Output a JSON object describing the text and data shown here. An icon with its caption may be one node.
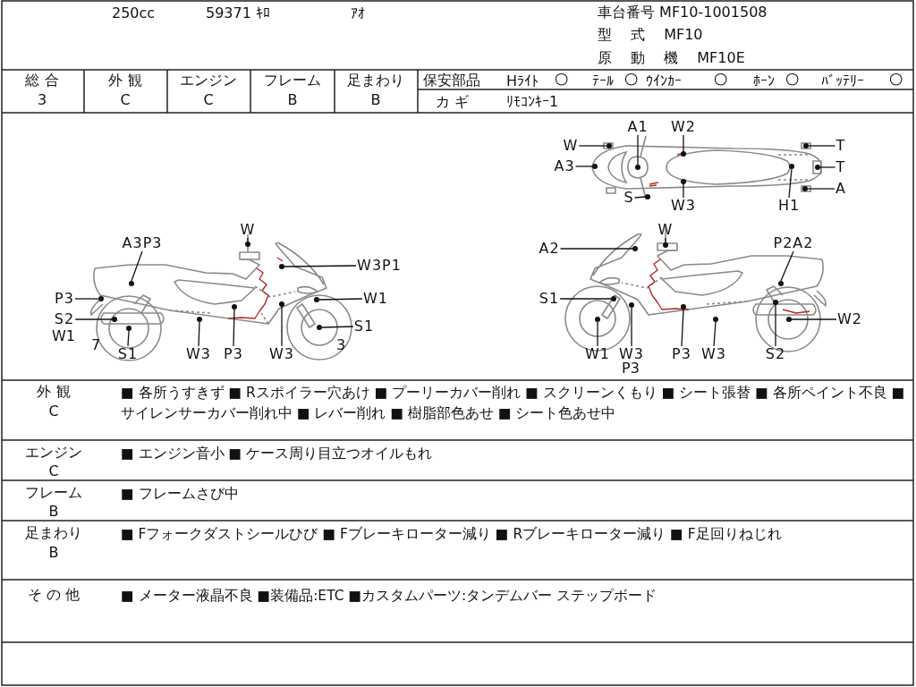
{
  "diagram": {
    "nodes": [
      {
        "text": [
          "W"
        ]
      },
      {
        "text": [
          "A3P3"
        ]
      },
      {
        "text": [
          "W3P1"
        ]
      },
      {
        "text": [
          "P3"
        ]
      },
      {
        "text": [
          "W1"
        ]
      },
      {
        "text": [
          "S2"
        ]
      },
      {
        "text": [
          "S1"
        ]
      },
      {
        "text": [
          "S1"
        ]
      },
      {
        "text": [
          "W3"
        ]
      },
      {
        "text": [
          "P3"
        ]
      },
      {
        "text": [
          "W3"
        ]
      },
      {
        "text": [
          "A1"
        ]
      },
      {
        "text": [
          "W2"
        ]
      },
      {
        "text": [
          "W"
        ]
      },
      {
        "text": [
          "A3"
        ]
      },
      {
        "text": [
          "S"
        ]
      },
      {
        "text": [
          "W3"
        ]
      },
      {
        "text": [
          "H1"
        ]
      },
      {
        "text": [
          "T"
        ]
      },
      {
        "text": [
          "T"
        ]
      },
      {
        "text": [
          "A"
        ]
      },
      {
        "text": [
          "W"
        ]
      },
      {
        "text": [
          "A2"
        ]
      },
      {
        "text": [
          "P2A2"
        ]
      },
      {
        "text": [
          "S1"
        ]
      },
      {
        "text": [
          "W2"
        ]
      },
      {
        "text": [
          "W1"
        ]
      },
      {
        "text": [
          "W3"
        ]
      },
      {
        "text": [
          "P3"
        ]
      },
      {
        "text": [
          "W3"
        ]
      },
      {
        "text": [
          "S2"
        ]
      },
      {
        "text": [],
        "shape": "circle"
      },
      {
        "text": [],
        "shape": "circle"
      },
      {
        "text": [],
        "shape": "circle"
      },
      {
        "text": [],
        "shape": "circle"
      },
      {
        "text": [],
        "shape": "circle"
      },
      {
        "text": [],
        "shape": "circle"
      },
      {
        "text": [],
        "shape": "circle"
      },
      {
        "text": [],
        "shape": "circle"
      },
      {
        "text": [],
        "shape": "circle"
      },
      {
        "text": [],
        "shape": "circle"
      },
      {
        "text": [],
        "shape": "circle"
      },
      {
        "text": [],
        "shape": "circle"
      },
      {
        "text": [],
        "shape": "circle"
      },
      {
        "text": [],
        "shape": "circle"
      },
      {
        "text": [],
        "shape": "circle"
      },
      {
        "text": [],
        "shape": "circle"
      },
      {
        "text": [],
        "shape": "circle"
      },
      {
        "text": [],
        "shape": "circle"
      },
      {
        "text": [],
        "shape": "circle"
      },
      {
        "text": [],
        "shape": "circle"
      },
      {
        "text": [],
        "shape": "circle"
      },
      {
        "text": [],
        "shape": "circle"
      },
      {
        "text": [],
        "shape": "circle"
      },
      {
        "text": [],
        "shape": "circle"
      },
      {
        "text": [],
        "shape": "circle"
      },
      {
        "text": [],
        "shape": "circle"
      },
      {
        "text": [],
        "shape": "circle"
      },
      {
        "text": [],
        "shape": "circle"
      },
      {
        "text": [],
        "shape": "circle"
      },
      {
        "text": [],
        "shape": "circle"
      },
      {
        "text": [],
        "shape": "circle"
      }
    ],
    "edges": [
      {
        "from": 0,
        "to": 31,
        "arrow": "none"
      },
      {
        "from": 1,
        "to": 32,
        "arrow": "none"
      },
      {
        "from": 2,
        "to": 33,
        "arrow": "none"
      },
      {
        "from": 3,
        "to": 34,
        "arrow": "none"
      },
      {
        "from": 4,
        "to": 35,
        "arrow": "none"
      },
      {
        "from": 5,
        "to": 36,
        "arrow": "none"
      },
      {
        "from": 6,
        "to": 37,
        "arrow": "none"
      },
      {
        "from": 7,
        "to": 38,
        "arrow": "none"
      },
      {
        "from": 8,
        "to": 39,
        "arrow": "none"
      },
      {
        "from": 9,
        "to": 40,
        "arrow": "none"
      },
      {
        "from": 10,
        "to": 41,
        "arrow": "none"
      },
      {
        "from": 11,
        "to": 42,
        "arrow": "none"
      },
      {
        "from": 12,
        "to": 43,
        "arrow": "none"
      },
      {
        "from": 13,
        "to": 44,
        "arrow": "none"
      },
      {
        "from": 14,
        "to": 45,
        "arrow": "none"
      },
      {
        "from": 15,
        "to": 46,
        "arrow": "none"
      },
      {
        "from": 16,
        "to": 47,
        "arrow": "none"
      },
      {
        "from": 17,
        "to": 48,
        "arrow": "none"
      },
      {
        "from": 18,
        "to": 49,
        "arrow": "none"
      },
      {
        "from": 19,
        "to": 50,
        "arrow": "none"
      },
      {
        "from": 20,
        "to": 51,
        "arrow": "none"
      },
      {
        "from": 21,
        "to": 52,
        "arrow": "none"
      },
      {
        "from": 22,
        "to": 53,
        "arrow": "none"
      },
      {
        "from": 23,
        "to": 54,
        "arrow": "none"
      },
      {
        "from": 24,
        "to": 55,
        "arrow": "none"
      },
      {
        "from": 25,
        "to": 56,
        "arrow": "none"
      },
      {
        "from": 26,
        "to": 57,
        "arrow": "none"
      },
      {
        "from": 27,
        "to": 58,
        "arrow": "none"
      },
      {
        "from": 28,
        "to": 59,
        "arrow": "none"
      },
      {
        "from": 29,
        "to": 60,
        "arrow": "none"
      },
      {
        "from": 30,
        "to": 61,
        "arrow": "none"
      }
    ],
    "labels": [
      "250cc",
      "59371 ｷﾛ",
      "ｱｵ",
      "車台番号 MF10-1001508",
      "型 式 MF10",
      "原 動 機 MF10E",
      "総 合",
      "外 観",
      "エンジン",
      "フレーム",
      "足まわり",
      "3",
      "C",
      "C",
      "B",
      "B",
      "保安部品",
      "Hﾗｲﾄ",
      "〇",
      "ﾃｰﾙ",
      "〇",
      "ｳｲﾝｶｰ",
      "〇",
      "ﾎｰﾝ",
      "〇",
      "ﾊﾞｯﾃﾘｰ",
      "〇",
      "カ ギ",
      "ﾘﾓｺﾝｷｰ1",
      "W1",
      "7",
      "3",
      "P3",
      "外 観",
      "C",
      "■ 各所うすきず ■ Rスポイラー穴あけ ■ プーリーカバー削れ ■ スクリーンくもり ■ シート張替 ■ 各所ペイント不良 ■ サイレンサーカバー削れ中 ■ レバー削れ ■ 樹脂部色あせ ■ シート色あせ中",
      "エンジン",
      "C",
      "■ エンジン音小 ■ ケース周り目立つオイルもれ",
      "フレーム",
      "B",
      "■ フレームさび中",
      "足まわり",
      "B",
      "■ Fフォークダストシールひび ■ Fブレーキローター減り ■ Rブレーキローター減り ■ F足回りねじれ",
      "そ の 他",
      "■ メーター液晶不良 ■装備品:ETC ■カスタムパーツ:タンデムバー ステップボード"
    ]
  }
}
